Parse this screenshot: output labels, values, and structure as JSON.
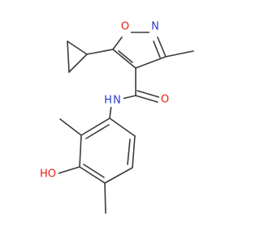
{
  "molecule": {
    "colors": {
      "bond": "#3a3a3a",
      "oxygen": "#e8200e",
      "nitrogen": "#2a3cc8",
      "background": "#ffffff"
    },
    "atoms": {
      "isoxazole_o": {
        "label": "O",
        "element": "O"
      },
      "isoxazole_n": {
        "label": "N",
        "element": "N"
      },
      "carbonyl_o": {
        "label": "O",
        "element": "O"
      },
      "amide_nh": {
        "label": "N",
        "sub": "H",
        "element": "N"
      },
      "hydroxyl": {
        "label": "HO",
        "element": "O"
      }
    }
  }
}
